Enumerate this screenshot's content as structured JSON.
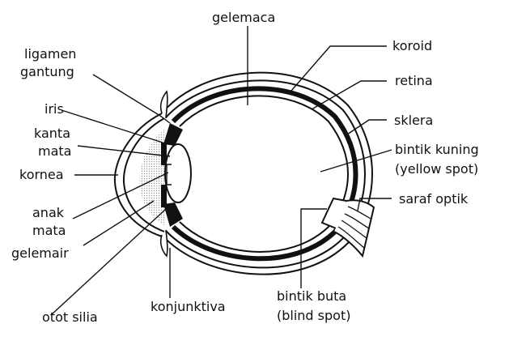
{
  "colors": {
    "ink": "#111111",
    "background": "#ffffff",
    "stipple": "#b9b9b9"
  },
  "labels": {
    "gelemaca": "gelemaca",
    "koroid": "koroid",
    "ligamen_line1": "ligamen",
    "ligamen_line2": "gantung",
    "retina": "retina",
    "iris": "iris",
    "sklera": "sklera",
    "kanta_line1": "kanta",
    "kanta_line2": "mata",
    "bintik_kuning_line1": "bintik kuning",
    "bintik_kuning_line2": "(yellow spot)",
    "kornea": "kornea",
    "saraf_optik": "saraf optik",
    "anak_line1": "anak",
    "anak_line2": "mata",
    "gelemair": "gelemair",
    "bintik_buta_line1": "bintik buta",
    "bintik_buta_line2": "(blind spot)",
    "otot_silia": "otot silia",
    "konjunktiva": "konjunktiva"
  }
}
